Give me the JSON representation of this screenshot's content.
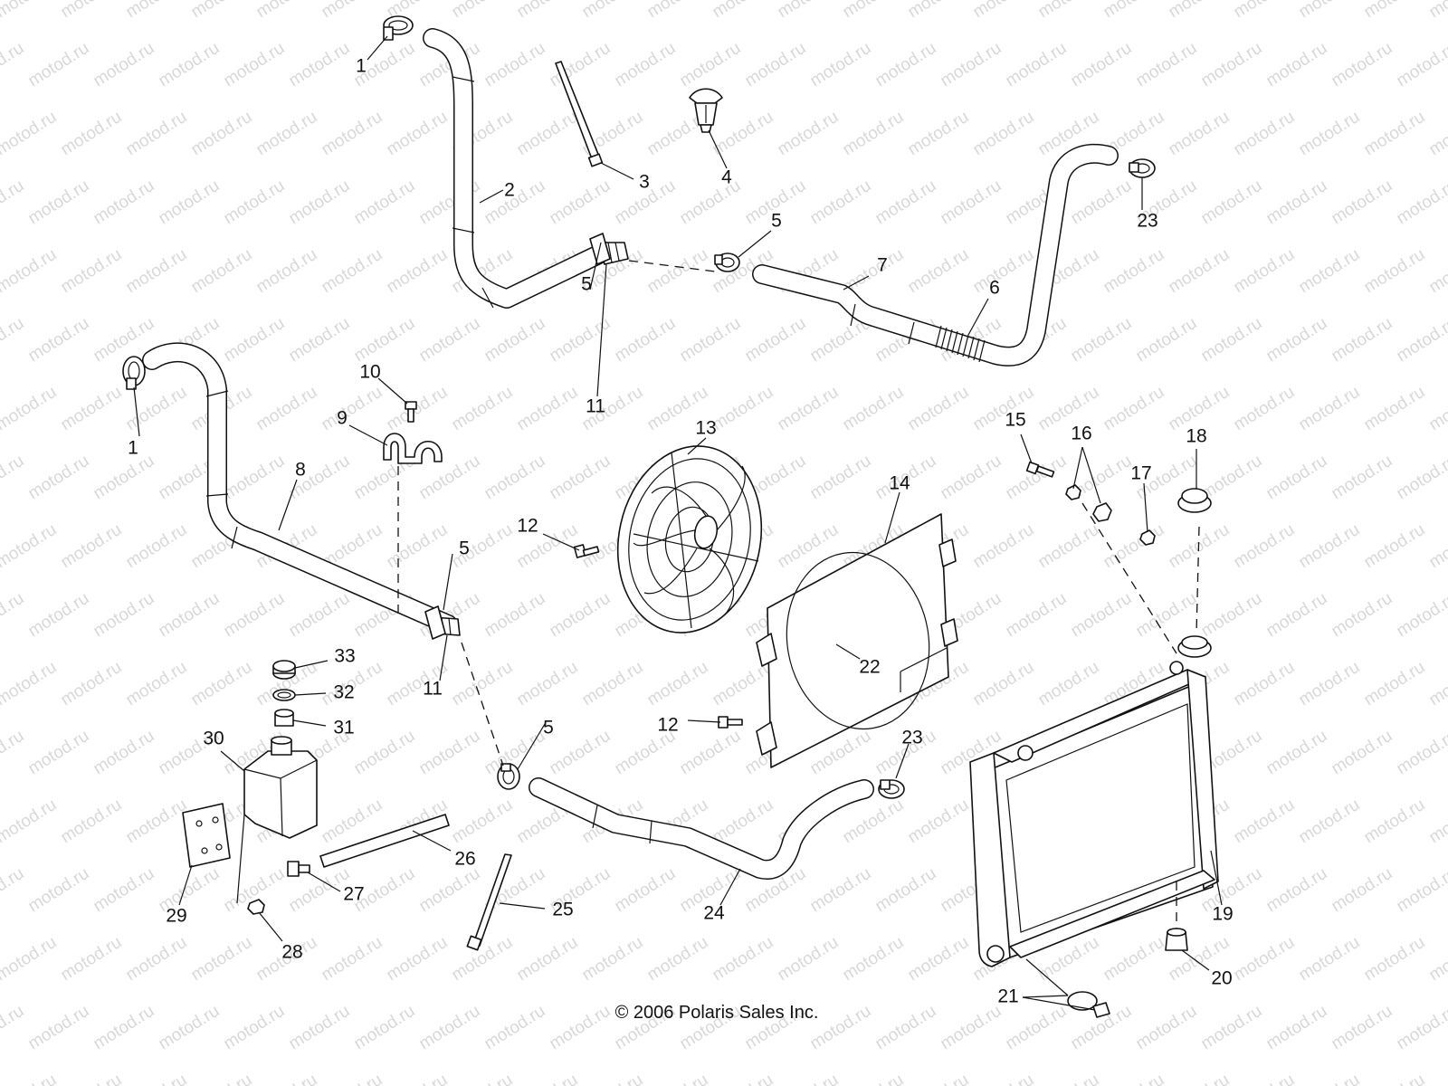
{
  "watermark": "motod.ru",
  "copyright": "© 2006 Polaris Sales Inc.",
  "callouts": {
    "c1a": "1",
    "c1b": "1",
    "c2": "2",
    "c3": "3",
    "c4": "4",
    "c5a": "5",
    "c5b": "5",
    "c5c": "5",
    "c5d": "5",
    "c6": "6",
    "c7": "7",
    "c8": "8",
    "c9": "9",
    "c10": "10",
    "c11a": "11",
    "c11b": "11",
    "c12a": "12",
    "c12b": "12",
    "c13": "13",
    "c14": "14",
    "c15": "15",
    "c16": "16",
    "c17": "17",
    "c18": "18",
    "c19": "19",
    "c20": "20",
    "c21": "21",
    "c22": "22",
    "c23a": "23",
    "c23b": "23",
    "c24": "24",
    "c25": "25",
    "c26": "26",
    "c27": "27",
    "c28": "28",
    "c29": "29",
    "c30": "30",
    "c31": "31",
    "c32": "32",
    "c33": "33"
  }
}
